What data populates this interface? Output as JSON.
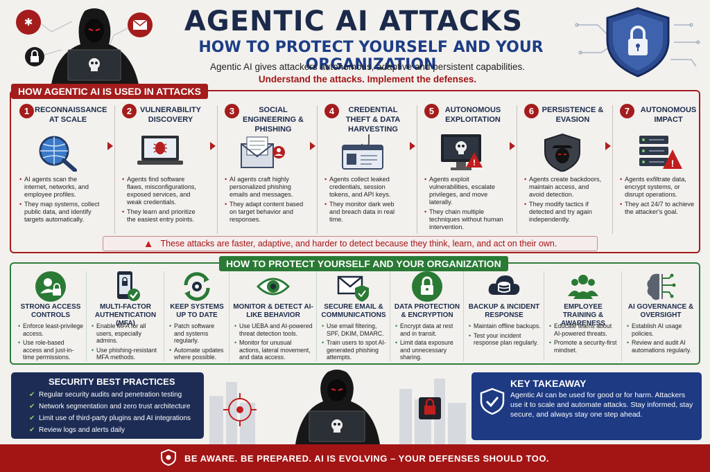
{
  "header": {
    "title": "AGENTIC AI ATTACKS",
    "subtitle": "HOW TO PROTECT YOURSELF AND YOUR ORGANIZATION",
    "intro": "Agentic AI gives attackers autonomous, adaptive and persistent capabilities.",
    "tagline": "Understand the attacks.  Implement the defenses."
  },
  "attacks": {
    "section_label": "HOW AGENTIC AI IS USED IN ATTACKS",
    "items": [
      {
        "num": "1",
        "title": "RECONNAISSANCE AT SCALE",
        "icon": "globe-magnifier-icon",
        "bullets": [
          "AI agents scan the internet, networks, and employee profiles.",
          "They map systems, collect public data, and identify targets automatically."
        ]
      },
      {
        "num": "2",
        "title": "VULNERABILITY DISCOVERY",
        "icon": "laptop-bug-icon",
        "bullets": [
          "Agents find software flaws, misconfigurations, exposed services, and weak credentials.",
          "They learn and prioritize the easiest entry points."
        ]
      },
      {
        "num": "3",
        "title": "SOCIAL ENGINEERING & PHISHING",
        "icon": "envelope-phishing-icon",
        "bullets": [
          "AI agents craft highly personalized phishing emails and messages.",
          "They adapt content based on target behavior and responses."
        ]
      },
      {
        "num": "4",
        "title": "CREDENTIAL THEFT & DATA HARVESTING",
        "icon": "id-card-hook-icon",
        "bullets": [
          "Agents collect leaked credentials, session tokens, and API keys.",
          "They monitor dark web and breach data in real time."
        ]
      },
      {
        "num": "5",
        "title": "AUTONOMOUS EXPLOITATION",
        "icon": "skull-monitor-icon",
        "bullets": [
          "Agents exploit vulnerabilities, escalate privileges, and move laterally.",
          "They chain multiple techniques without human intervention."
        ]
      },
      {
        "num": "6",
        "title": "PERSISTENCE & EVASION",
        "icon": "hacker-shield-icon",
        "bullets": [
          "Agents create backdoors, maintain access, and avoid detection.",
          "They modify tactics if detected and try again independently."
        ]
      },
      {
        "num": "7",
        "title": "AUTONOMOUS IMPACT",
        "icon": "server-warning-icon",
        "bullets": [
          "Agents exfiltrate data, encrypt systems, or disrupt operations.",
          "They act 24/7 to achieve the attacker's goal."
        ]
      }
    ],
    "warning": "These attacks are faster, adaptive, and harder to detect because they think, learn, and act on their own."
  },
  "protect": {
    "section_label": "HOW TO PROTECT YOURSELF AND YOUR ORGANIZATION",
    "items": [
      {
        "title": "STRONG ACCESS CONTROLS",
        "icon": "user-lock-icon",
        "bullets": [
          "Enforce least-privilege access.",
          "Use role-based access and just-in-time permissions."
        ]
      },
      {
        "title": "MULTI-FACTOR AUTHENTICATION (MFA)",
        "icon": "phone-check-icon",
        "bullets": [
          "Enable MFA for all users, especially admins.",
          "Use phishing-resistant MFA methods."
        ]
      },
      {
        "title": "KEEP SYSTEMS UP TO DATE",
        "icon": "gear-refresh-icon",
        "bullets": [
          "Patch software and systems regularly.",
          "Automate updates where possible."
        ]
      },
      {
        "title": "MONITOR & DETECT AI-LIKE BEHAVIOR",
        "icon": "eye-icon",
        "bullets": [
          "Use UEBA and AI-powered threat detection tools.",
          "Monitor for unusual actions, lateral movement, and data access."
        ]
      },
      {
        "title": "SECURE EMAIL & COMMUNICATIONS",
        "icon": "mail-shield-icon",
        "bullets": [
          "Use email filtering, SPF, DKIM, DMARC.",
          "Train users to spot AI-generated phishing attempts."
        ]
      },
      {
        "title": "DATA PROTECTION & ENCRYPTION",
        "icon": "lock-circle-icon",
        "bullets": [
          "Encrypt data at rest and in transit.",
          "Limit data exposure and unnecessary sharing."
        ]
      },
      {
        "title": "BACKUP & INCIDENT RESPONSE",
        "icon": "cloud-database-icon",
        "bullets": [
          "Maintain offline backups.",
          "Test your incident response plan regularly."
        ]
      },
      {
        "title": "EMPLOYEE TRAINING & AWARENESS",
        "icon": "team-icon",
        "bullets": [
          "Educate teams about AI-powered threats.",
          "Promote a security-first mindset."
        ]
      },
      {
        "title": "AI GOVERNANCE & OVERSIGHT",
        "icon": "brain-circuit-icon",
        "bullets": [
          "Establish AI usage policies.",
          "Review and audit AI automations regularly."
        ]
      }
    ]
  },
  "best_practices": {
    "title": "SECURITY BEST PRACTICES",
    "items": [
      "Regular security audits and penetration testing",
      "Network segmentation and zero trust architecture",
      "Limit use of third-party plugins and AI integrations",
      "Review logs and alerts daily"
    ]
  },
  "takeaway": {
    "title": "KEY TAKEAWAY",
    "text": "Agentic AI can be used for good or for harm. Attackers use it to scale and automate attacks. Stay informed, stay secure, and always stay one step ahead."
  },
  "footer": {
    "text": "BE AWARE. BE PREPARED. AI IS EVOLVING – YOUR DEFENSES SHOULD TOO."
  },
  "colors": {
    "red": "#a41c1c",
    "navy": "#1b2a4a",
    "green": "#2a7a35",
    "blue": "#1d3a82"
  }
}
